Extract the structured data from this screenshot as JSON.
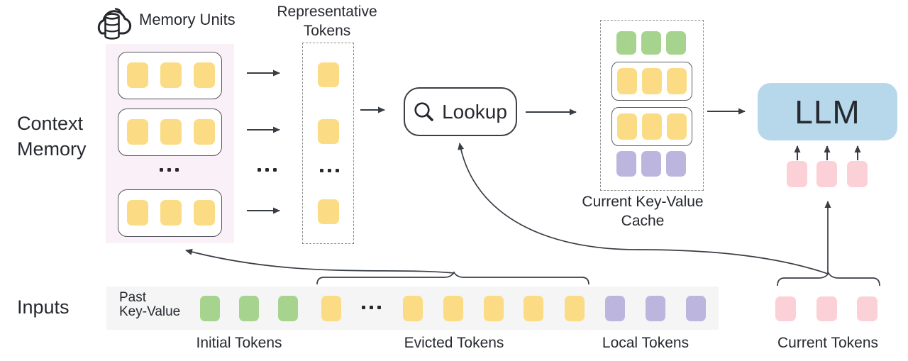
{
  "colors": {
    "accent_yellow": "#FBDC85",
    "accent_green": "#A6D38E",
    "accent_purple": "#BCB6DE",
    "accent_pink": "#FBD1D7",
    "llm_blue": "#B6D8EA",
    "memory_bg": "#FAF0F7",
    "strip_bg": "#F4F5F4",
    "line": "#383D44",
    "text": "#26292F"
  },
  "memory": {
    "units_label": "Memory Units",
    "context_label": "Context\nMemory"
  },
  "representative": {
    "title": "Representative\nTokens"
  },
  "lookup": {
    "label": "Lookup"
  },
  "cache": {
    "label": "Current Key-Value\nCache"
  },
  "llm": {
    "label": "LLM"
  },
  "inputs": {
    "label": "Inputs",
    "past_kv_label": "Past\nKey-Value",
    "token_groups": [
      {
        "label": "Initial Tokens",
        "color": "green",
        "count": 3
      },
      {
        "label": "Evicted Tokens",
        "color": "yellow",
        "count": 6
      },
      {
        "label": "Local Tokens",
        "color": "purple",
        "count": 3
      },
      {
        "label": "Current Tokens",
        "color": "pink",
        "count": 3
      }
    ]
  }
}
